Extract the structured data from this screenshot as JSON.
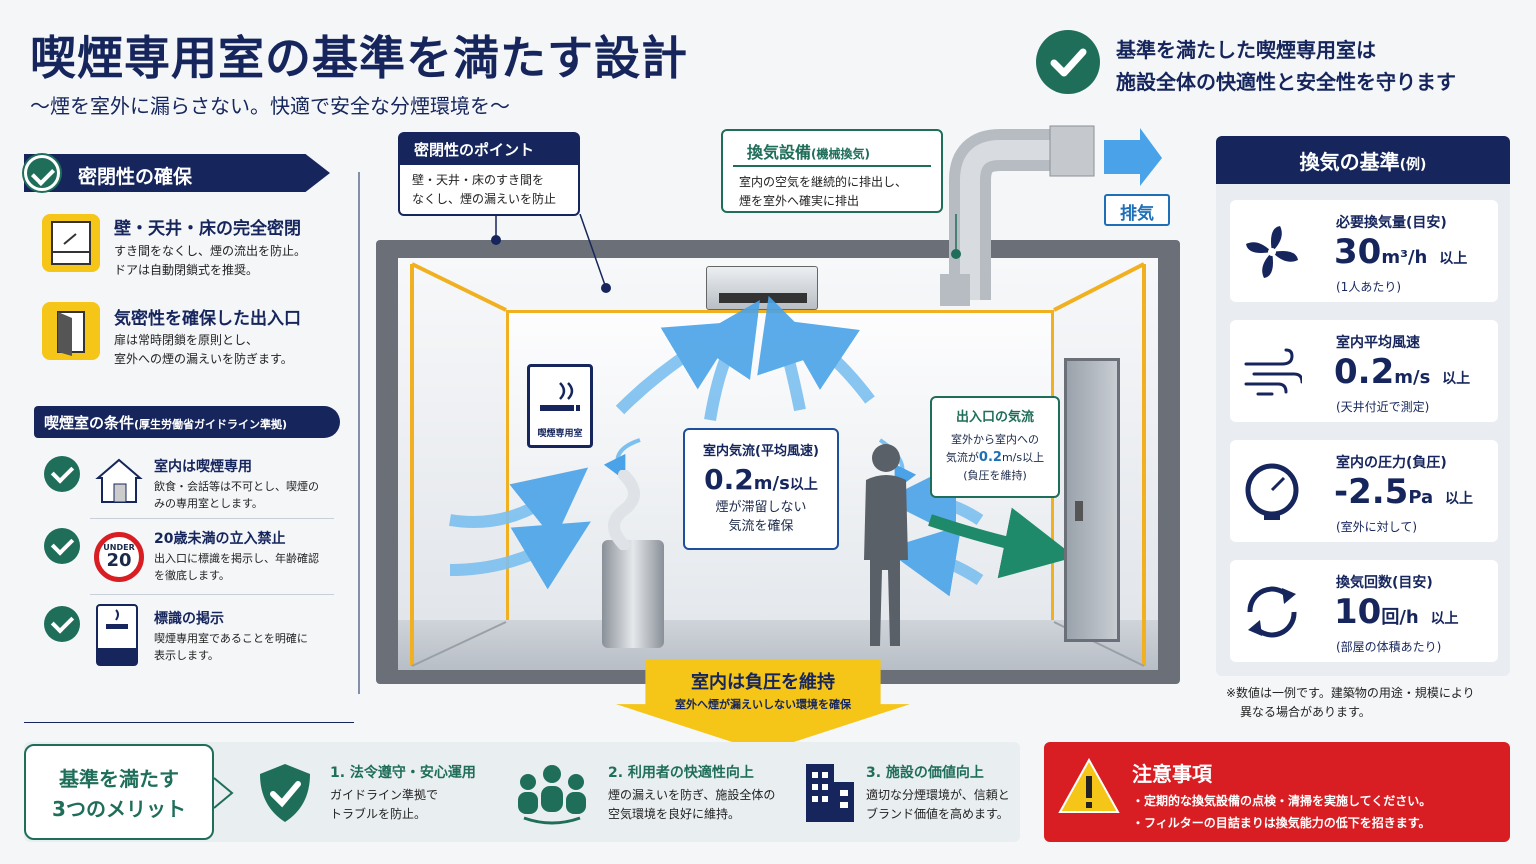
{
  "header": {
    "title": "喫煙専用室の基準を満たす設計",
    "subtitle": "〜煙を室外に漏らさない。快適で安全な分煙環境を〜",
    "summary_line1": "基準を満たした喫煙専用室は",
    "summary_line2": "施設全体の快適性と安全性を守ります"
  },
  "sealing": {
    "heading": "密閉性の確保",
    "items": [
      {
        "title": "壁・天井・床の完全密閉",
        "desc1": "すき間をなくし、煙の流出を防止。",
        "desc2": "ドアは自動閉鎖式を推奨。"
      },
      {
        "title": "気密性を確保した出入口",
        "desc1": "扉は常時閉鎖を原則とし、",
        "desc2": "室外への煙の漏えいを防ぎます。"
      }
    ]
  },
  "conditions": {
    "heading": "喫煙室の条件",
    "heading_note": "(厚生労働省ガイドライン準拠)",
    "items": [
      {
        "title": "室内は喫煙専用",
        "desc1": "飲食・会話等は不可とし、喫煙の",
        "desc2": "みの専用室とします。"
      },
      {
        "title": "20歳未満の立入禁止",
        "desc1": "出入口に標識を掲示し、年齢確認",
        "desc2": "を徹底します。",
        "badge_top": "UNDER",
        "badge_num": "20"
      },
      {
        "title": "標識の掲示",
        "desc1": "喫煙専用室であることを明確に",
        "desc2": "表示します。"
      }
    ]
  },
  "room": {
    "seal_point": {
      "heading": "密閉性のポイント",
      "line1": "壁・天井・床のすき間を",
      "line2": "なくし、煙の漏えいを防止"
    },
    "ventilation": {
      "heading": "換気設備",
      "heading_note": "(機械換気)",
      "line1": "室内の空気を継続的に排出し、",
      "line2": "煙を室外へ確実に排出"
    },
    "exhaust_label": "排気",
    "sign_label": "喫煙専用室",
    "airflow": {
      "heading": "室内気流(平均風速)",
      "value": "0.2",
      "unit": "m/s",
      "suffix": "以上",
      "line1": "煙が滞留しない",
      "line2": "気流を確保"
    },
    "entrance": {
      "heading": "出入口の気流",
      "line1": "室外から室内への",
      "line2_a": "気流が",
      "line2_b": "0.2",
      "line2_c": "m/s以上",
      "line3": "(負圧を維持)"
    },
    "negative": {
      "title": "室内は負圧を維持",
      "desc": "室外へ煙が漏えいしない環境を確保"
    }
  },
  "standards": {
    "heading": "換気の基準",
    "heading_note": "(例)",
    "cards": [
      {
        "label": "必要換気量(目安)",
        "value": "30",
        "unit": "m³/h",
        "suffix": "以上",
        "sub": "(1人あたり)",
        "icon": "fan-icon"
      },
      {
        "label": "室内平均風速",
        "value": "0.2",
        "unit": "m/s",
        "suffix": "以上",
        "sub": "(天井付近で測定)",
        "icon": "wind-icon"
      },
      {
        "label": "室内の圧力(負圧)",
        "value": "-2.5",
        "unit": "Pa",
        "suffix": "以上",
        "sub": "(室外に対して)",
        "icon": "gauge-icon"
      },
      {
        "label": "換気回数(目安)",
        "value": "10",
        "unit": "回/h",
        "suffix": "以上",
        "sub": "(部屋の体積あたり)",
        "icon": "cycle-icon"
      }
    ],
    "note1": "※数値は一例です。建築物の用途・規模により",
    "note2": "異なる場合があります。"
  },
  "merits": {
    "heading1": "基準を満たす",
    "heading2": "3つのメリット",
    "items": [
      {
        "title": "1. 法令遵守・安心運用",
        "desc1": "ガイドライン準拠で",
        "desc2": "トラブルを防止。",
        "icon": "shield-check-icon"
      },
      {
        "title": "2. 利用者の快適性向上",
        "desc1": "煙の漏えいを防ぎ、施設全体の",
        "desc2": "空気環境を良好に維持。",
        "icon": "people-icon"
      },
      {
        "title": "3. 施設の価値向上",
        "desc1": "適切な分煙環境が、信頼と",
        "desc2": "ブランド価値を高めます。",
        "icon": "building-icon"
      }
    ]
  },
  "caution": {
    "heading": "注意事項",
    "line1": "・定期的な換気設備の点検・清掃を実施してください。",
    "line2": "・フィルターの目詰まりは換気能力の低下を招きます。"
  },
  "colors": {
    "navy": "#16265c",
    "green": "#1f6e5a",
    "yellow": "#f5c518",
    "red": "#d81e23",
    "blue": "#4aa3e8"
  }
}
